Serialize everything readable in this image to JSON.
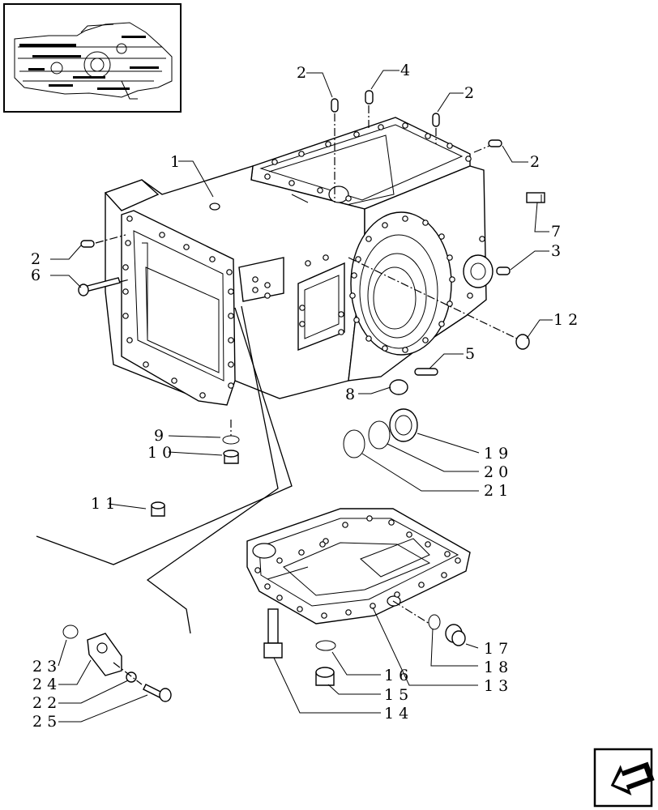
{
  "figure": {
    "callouts": [
      {
        "id": "c1",
        "text": "1"
      },
      {
        "id": "c2a",
        "text": "2"
      },
      {
        "id": "c2b",
        "text": "2"
      },
      {
        "id": "c2c",
        "text": "2"
      },
      {
        "id": "c2d",
        "text": "2"
      },
      {
        "id": "c3",
        "text": "3"
      },
      {
        "id": "c4",
        "text": "4"
      },
      {
        "id": "c5",
        "text": "5"
      },
      {
        "id": "c6",
        "text": "6"
      },
      {
        "id": "c7",
        "text": "7"
      },
      {
        "id": "c8",
        "text": "8"
      },
      {
        "id": "c9",
        "text": "9"
      },
      {
        "id": "c10",
        "text": "1 0"
      },
      {
        "id": "c11",
        "text": "1 1"
      },
      {
        "id": "c12",
        "text": "1 2"
      },
      {
        "id": "c13",
        "text": "1 3"
      },
      {
        "id": "c14",
        "text": "1 4"
      },
      {
        "id": "c15",
        "text": "1 5"
      },
      {
        "id": "c16",
        "text": "1 6"
      },
      {
        "id": "c17",
        "text": "1 7"
      },
      {
        "id": "c18",
        "text": "1 8"
      },
      {
        "id": "c19",
        "text": "1 9"
      },
      {
        "id": "c20",
        "text": "2 0"
      },
      {
        "id": "c21",
        "text": "2 1"
      },
      {
        "id": "c22",
        "text": "2 2"
      },
      {
        "id": "c23",
        "text": "2 3"
      },
      {
        "id": "c24",
        "text": "2 4"
      },
      {
        "id": "c25",
        "text": "2 5"
      }
    ],
    "icons": {
      "thumbnail": "assembly-overview-thumbnail",
      "navigation": "previous-page-arrow-icon"
    }
  }
}
